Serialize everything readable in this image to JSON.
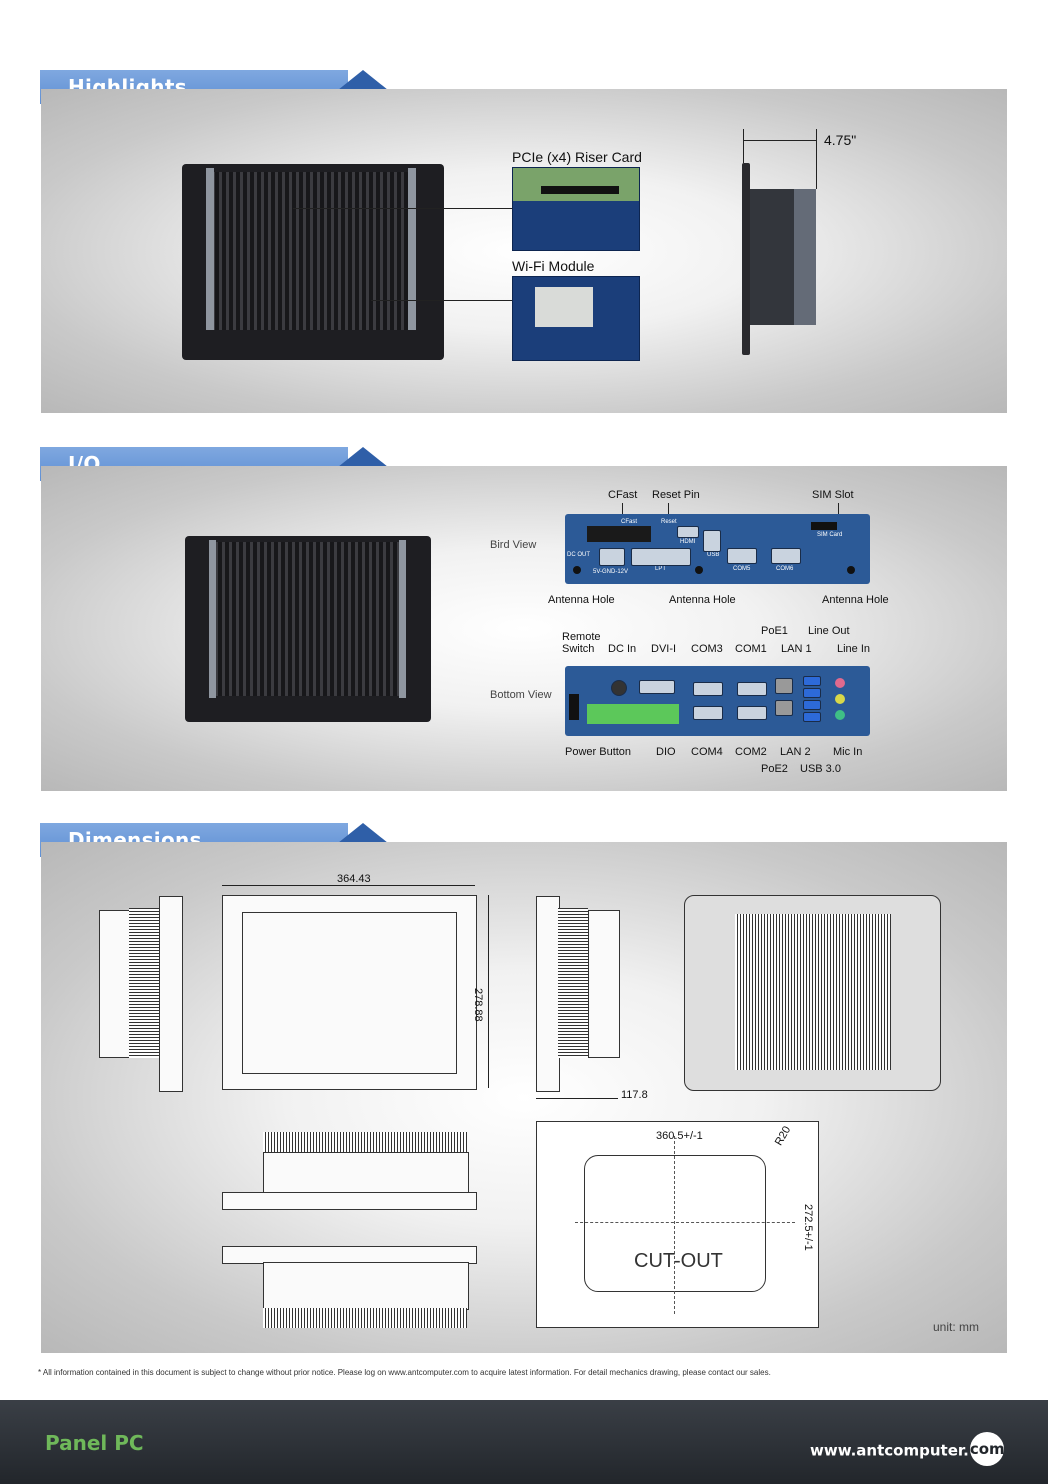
{
  "sections": {
    "highlights": {
      "title": "Highlights"
    },
    "io_panel": {
      "title": "I/O Panel View"
    },
    "dimensions": {
      "title": "Dimensions"
    }
  },
  "highlights": {
    "riser_label": "PCIe (x4) Riser Card",
    "wifi_label": "Wi-Fi Module",
    "depth_label": "4.75\""
  },
  "io": {
    "bird_view": "Bird View",
    "bottom_view": "Bottom View",
    "cfast": "CFast",
    "reset_pin": "Reset Pin",
    "sim_slot": "SIM Slot",
    "antenna_hole": "Antenna Hole",
    "remote_switch_1": "Remote",
    "remote_switch_2": "Switch",
    "dc_in": "DC In",
    "dvi_i": "DVI-I",
    "com3": "COM3",
    "com1": "COM1",
    "poe1": "PoE1",
    "lan1": "LAN 1",
    "line_out": "Line Out",
    "line_in": "Line In",
    "power_button": "Power Button",
    "dio": "DIO",
    "com4": "COM4",
    "com2": "COM2",
    "lan2": "LAN 2",
    "poe2": "PoE2",
    "usb30": "USB 3.0",
    "mic_in": "Mic In",
    "board_cfast": "CFast",
    "board_reset": "Reset",
    "board_hdmi": "HDMI",
    "board_usb": "USB",
    "board_com5": "COM5",
    "board_com6": "COM6",
    "board_lpt": "LPT",
    "board_dcout": "DC OUT",
    "board_5v": "5V-GND-12V",
    "board_sim": "SIM Card"
  },
  "dims": {
    "width": "364.43",
    "height": "278.88",
    "depth": "117.8",
    "cutout_w": "360.5+/-1",
    "cutout_h": "272.5+/-1",
    "radius": "R20",
    "cutout": "CUT-OUT",
    "unit": "unit: mm"
  },
  "disclaimer": "* All information contained in this document is subject to change without prior notice. Please log on www.antcomputer.com to acquire latest information. For detail mechanics drawing, please contact our sales.",
  "footer": {
    "product": "Panel PC",
    "url_prefix": "www.antcomputer.",
    "url_suffix": "com"
  },
  "colors": {
    "header_blue": "#6a97d8",
    "footer_green": "#6fb85a",
    "board_blue": "#2c5a97"
  }
}
